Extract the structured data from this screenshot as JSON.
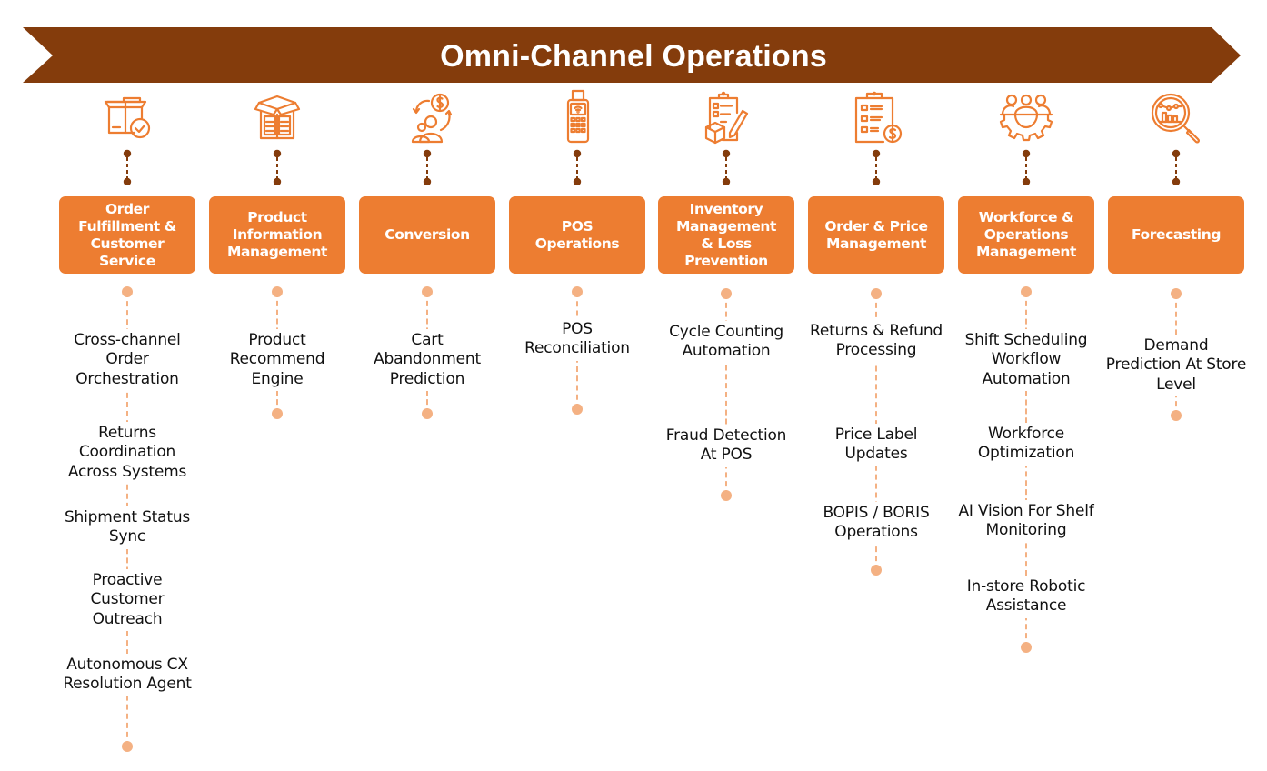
{
  "header": {
    "title": "Omni-Channel Operations"
  },
  "colors": {
    "banner": "#843C0C",
    "category_box": "#ED7D31",
    "icon_stroke": "#ED7D31",
    "connector_top": "#843C0C",
    "connector_bottom": "#F4B183",
    "text": "#111111"
  },
  "columns": [
    {
      "icon": "package-checkmark-icon",
      "category": [
        "Order",
        "Fulfillment &",
        "Customer",
        "Service"
      ],
      "items": [
        [
          "Cross-channel",
          "Order",
          "Orchestration"
        ],
        [
          "Returns",
          "Coordination",
          "Across Systems"
        ],
        [
          "Shipment Status",
          "Sync"
        ],
        [
          "Proactive",
          "Customer",
          "Outreach"
        ],
        [
          "Autonomous CX",
          "Resolution Agent"
        ]
      ]
    },
    {
      "icon": "box-open-book-icon",
      "category": [
        "Product",
        "Information",
        "Management"
      ],
      "items": [
        [
          "Product",
          "Recommend",
          "Engine"
        ]
      ]
    },
    {
      "icon": "customers-dollar-cycle-icon",
      "category": [
        "Conversion"
      ],
      "items": [
        [
          "Cart",
          "Abandonment",
          "Prediction"
        ]
      ]
    },
    {
      "icon": "pos-terminal-icon",
      "category": [
        "POS",
        "Operations"
      ],
      "items": [
        [
          "POS",
          "Reconciliation"
        ]
      ]
    },
    {
      "icon": "clipboard-box-pencil-icon",
      "category": [
        "Inventory",
        "Management",
        "& Loss",
        "Prevention"
      ],
      "items": [
        [
          "Cycle Counting",
          "Automation"
        ],
        [
          "Fraud Detection",
          "At POS"
        ]
      ]
    },
    {
      "icon": "clipboard-dollar-icon",
      "category": [
        "Order & Price",
        "Management"
      ],
      "items": [
        [
          "Returns & Refund",
          "Processing"
        ],
        [
          "Price Label",
          "Updates"
        ],
        [
          "BOPIS / BORIS",
          "Operations"
        ]
      ]
    },
    {
      "icon": "team-gear-icon",
      "category": [
        "Workforce &",
        "Operations",
        "Management"
      ],
      "items": [
        [
          "Shift Scheduling",
          "Workflow",
          "Automation"
        ],
        [
          "Workforce",
          "Optimization"
        ],
        [
          "AI Vision For Shelf",
          "Monitoring"
        ],
        [
          "In-store Robotic",
          "Assistance"
        ]
      ]
    },
    {
      "icon": "magnifier-chart-icon",
      "category": [
        "Forecasting"
      ],
      "items": [
        [
          "Demand",
          "Prediction At Store",
          "Level"
        ]
      ]
    }
  ]
}
